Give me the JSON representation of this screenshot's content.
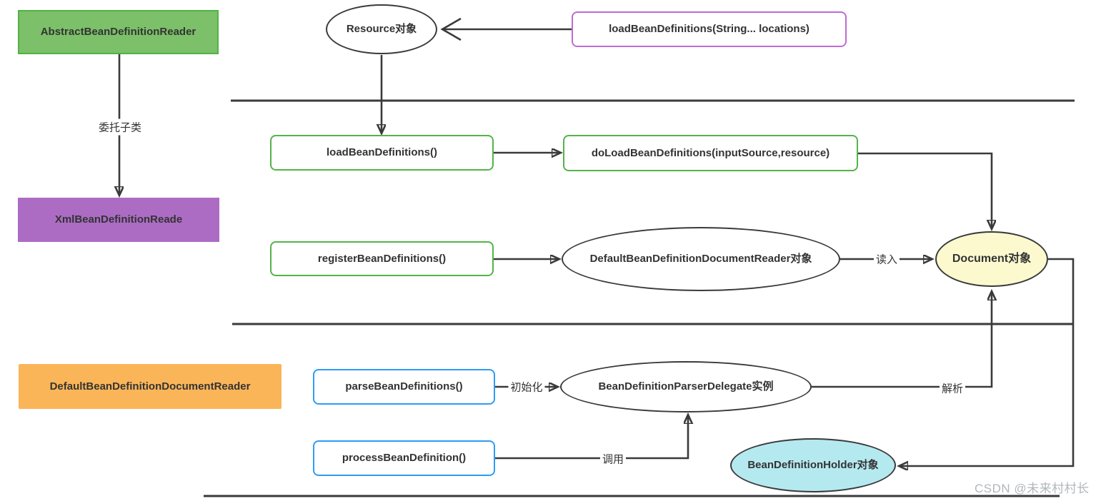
{
  "diagram": {
    "nodes": {
      "abstract_reader": "AbstractBeanDefinitionReader",
      "resource_obj": "Resource对象",
      "load_bean_definitions_locations": "loadBeanDefinitions(String... locations)",
      "load_bean_definitions": "loadBeanDefinitions()",
      "do_load_bean_definitions": "doLoadBeanDefinitions(inputSource,resource)",
      "xml_reader": "XmlBeanDefinitionReade",
      "register_bean_definitions": "registerBeanDefinitions()",
      "document_reader_obj": "DefaultBeanDefinitionDocumentReader对象",
      "document_obj": "Document对象",
      "default_document_reader": "DefaultBeanDefinitionDocumentReader",
      "parse_bean_definitions": "parseBeanDefinitions()",
      "parser_delegate": "BeanDefinitionParserDelegate实例",
      "process_bean_definition": "processBeanDefinition()",
      "holder_obj": "BeanDefinitionHolder对象"
    },
    "edge_labels": {
      "delegate_subclass": "委托子类",
      "read_in": "读入",
      "parse": "解析",
      "initialize": "初始化",
      "invoke": "调用"
    },
    "watermark": "CSDN @未来村村长",
    "colors": {
      "class_green_fill": "#7CC069",
      "class_green_border": "#52B245",
      "class_purple_fill": "#AC6CC4",
      "class_orange_fill": "#FBB559",
      "method_green_border": "#54B348",
      "method_blue_border": "#2D9CF4",
      "method_purple_border": "#BC6CD3",
      "ellipse_yellow_fill": "#FCF9CF",
      "ellipse_cyan_fill": "#B5E9F0",
      "connector_line": "#3A3A3A",
      "watermark_gray": "#B2B7BA"
    }
  }
}
